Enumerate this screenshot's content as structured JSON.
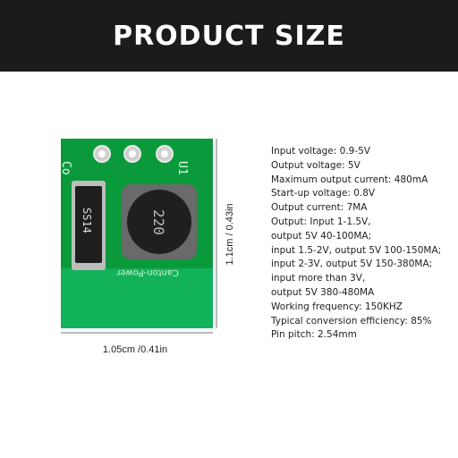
{
  "banner": {
    "title": "PRODUCT SIZE"
  },
  "board": {
    "silk_left": "Co",
    "silk_right": "U1",
    "diode_label": "SS14",
    "inductor_label": "220",
    "brand_text": "Canton-Power",
    "colors": {
      "pcb": "#0a9a3c",
      "pad": "#c9c9c9",
      "dark": "#1e1e1e"
    }
  },
  "dimensions": {
    "width": "1.05cm /0.41in",
    "height": "1.1cm / 0.43in"
  },
  "specs": [
    "Input voltage: 0.9-5V",
    "Output voltage: 5V",
    "Maximum output current: 480mA",
    "Start-up voltage: 0.8V",
    "Output current: 7MA",
    "Output: Input 1-1.5V,",
    "output 5V 40-100MA;",
    "input 1.5-2V, output 5V 100-150MA;",
    "input 2-3V, output 5V 150-380MA;",
    "input more than 3V,",
    "output 5V 380-480MA",
    "Working frequency: 150KHZ",
    "Typical conversion efficiency: 85%",
    "Pin pitch: 2.54mm"
  ]
}
